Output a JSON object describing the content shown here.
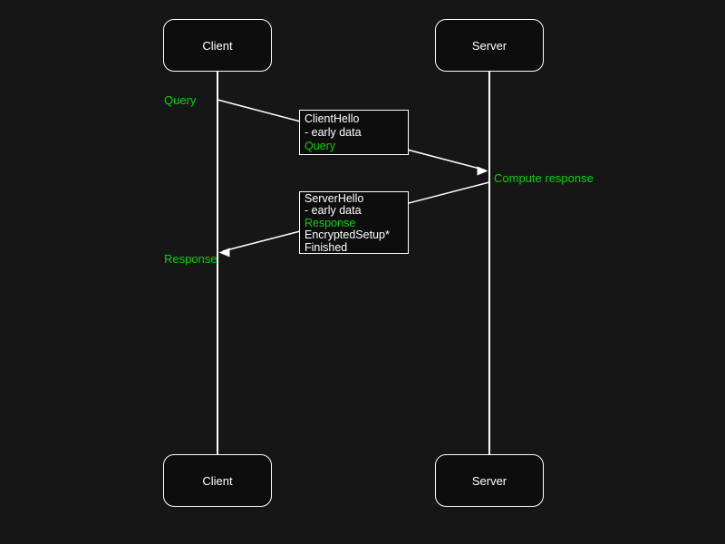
{
  "colors": {
    "background": "#161616",
    "box_fill": "#0d0d0d",
    "stroke": "#ffffff",
    "text": "#ffffff",
    "accent_green": "#00d400"
  },
  "actors": {
    "client": "Client",
    "server": "Server"
  },
  "annotations": {
    "query": "Query",
    "compute_response": "Compute response",
    "response": "Response"
  },
  "messages": {
    "client_hello": {
      "direction": "client-to-server",
      "lines": [
        "ClientHello",
        "- early data",
        "Query"
      ]
    },
    "server_hello": {
      "direction": "server-to-client",
      "lines": [
        "ServerHello",
        "- early data",
        "Response",
        "EncryptedSetup*",
        "Finished"
      ]
    }
  }
}
